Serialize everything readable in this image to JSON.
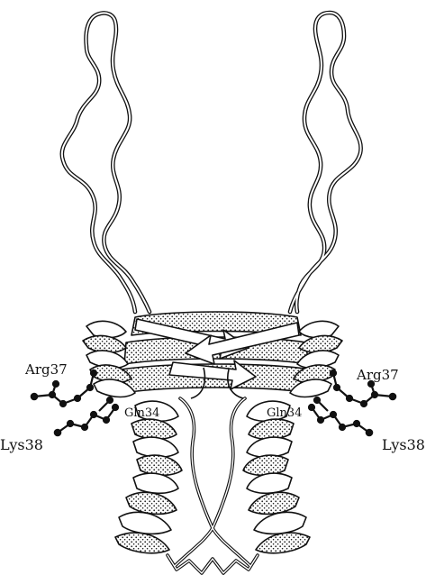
{
  "figure": {
    "labels": {
      "arg_left": "Arg37",
      "arg_right": "Arg37",
      "lys_left": "Lys38",
      "lys_right": "Lys38",
      "gln_left": "Gln34",
      "gln_right": "Gln34"
    },
    "colors": {
      "ink": "#111111",
      "paper": "#ffffff",
      "stipple": "#3a3a3a"
    }
  }
}
